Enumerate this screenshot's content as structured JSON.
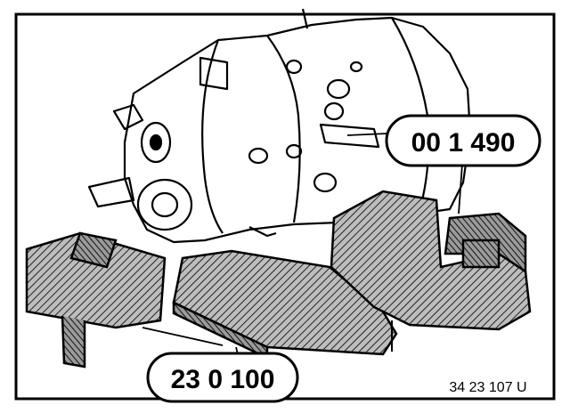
{
  "figure": {
    "callouts": {
      "tool_upper_right": "00 1 490",
      "tool_lower_left": "23 0 100"
    },
    "figure_id": "34 23 107 U"
  },
  "colors": {
    "ink": "#000000",
    "paper": "#ffffff",
    "hatch_gray": "#7a7a7a"
  }
}
